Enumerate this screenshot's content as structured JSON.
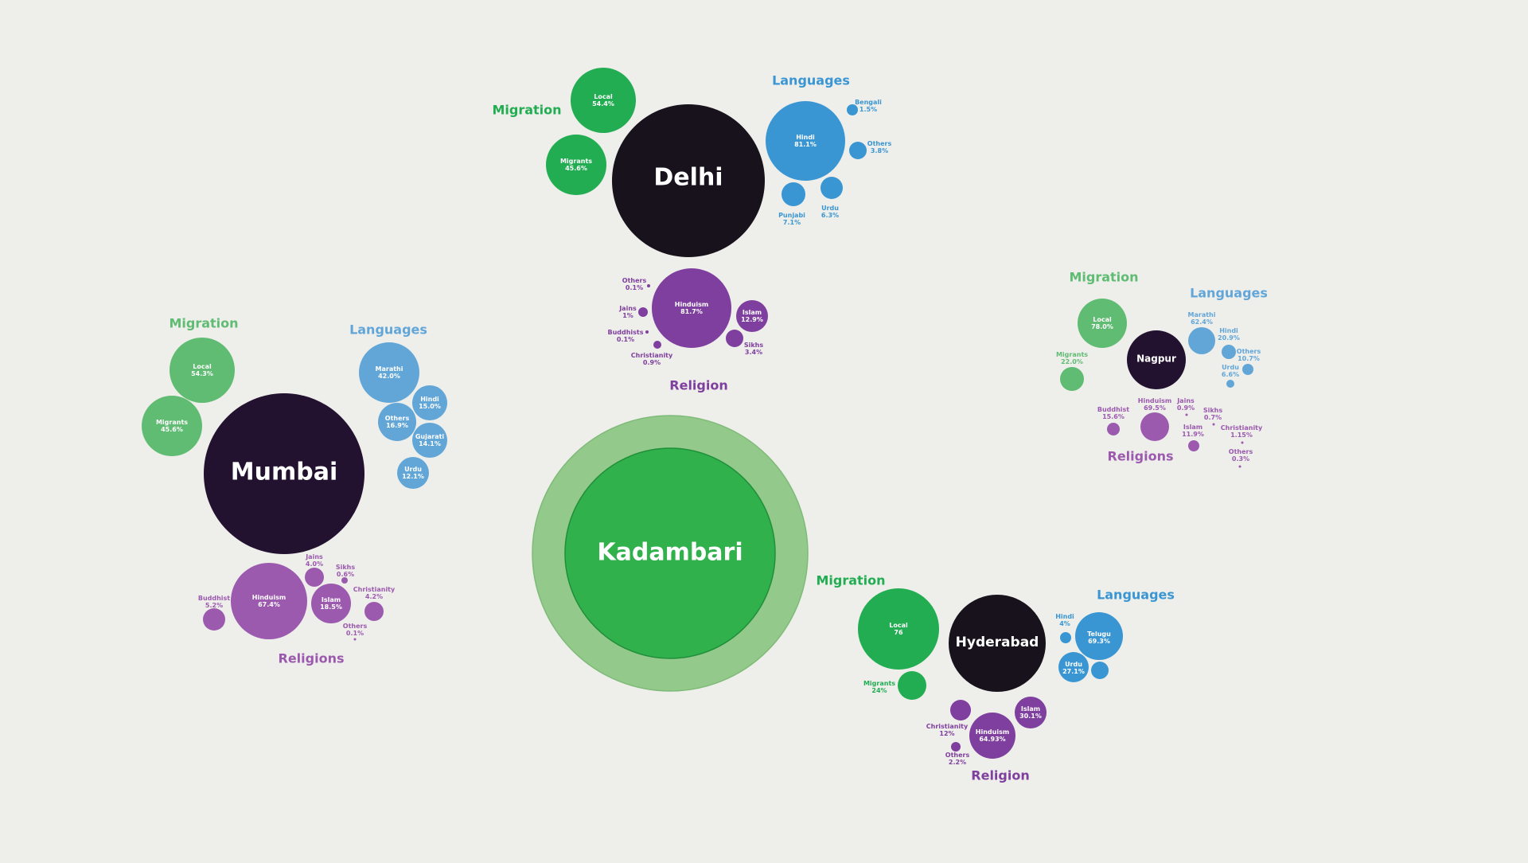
{
  "colors": {
    "background": "#eeeeeb",
    "city_dark": "#17121c",
    "city_mumbai": "#221230",
    "migration_green": "#22ad52",
    "migration_light": "#5fbc72",
    "language_blue": "#3a96d3",
    "language_light": "#62a6d8",
    "religion_purple": "#7f3f9e",
    "religion_light": "#9b5aae",
    "center_inner": "#31b14b",
    "center_outer": "#93c98a"
  },
  "center": {
    "name": "Kadambari"
  },
  "cities": [
    {
      "id": "delhi",
      "name": "Delhi",
      "headings": {
        "migration": "Migration",
        "languages": "Languages",
        "religion": "Religion"
      },
      "migration": [
        {
          "label": "Local",
          "value": "54.4%"
        },
        {
          "label": "Migrants",
          "value": "45.6%"
        }
      ],
      "languages": [
        {
          "label": "Hindi",
          "value": "81.1%"
        },
        {
          "label": "Bengali",
          "value": "1.5%"
        },
        {
          "label": "Others",
          "value": "3.8%"
        },
        {
          "label": "Urdu",
          "value": "6.3%"
        },
        {
          "label": "Punjabi",
          "value": "7.1%"
        }
      ],
      "religion": [
        {
          "label": "Hinduism",
          "value": "81.7%"
        },
        {
          "label": "Islam",
          "value": "12.9%"
        },
        {
          "label": "Sikhs",
          "value": "3.4%"
        },
        {
          "label": "Christianity",
          "value": "0.9%"
        },
        {
          "label": "Buddhists",
          "value": "0.1%"
        },
        {
          "label": "Jains",
          "value": "1%"
        },
        {
          "label": "Others",
          "value": "0.1%"
        }
      ]
    },
    {
      "id": "mumbai",
      "name": "Mumbai",
      "headings": {
        "migration": "Migration",
        "languages": "Languages",
        "religion": "Religions"
      },
      "migration": [
        {
          "label": "Local",
          "value": "54.3%"
        },
        {
          "label": "Migrants",
          "value": "45.6%"
        }
      ],
      "languages": [
        {
          "label": "Marathi",
          "value": "42.0%"
        },
        {
          "label": "Hindi",
          "value": "15.0%"
        },
        {
          "label": "Others",
          "value": "16.9%"
        },
        {
          "label": "Gujarati",
          "value": "14.1%"
        },
        {
          "label": "Urdu",
          "value": "12.1%"
        }
      ],
      "religion": [
        {
          "label": "Hinduism",
          "value": "67.4%"
        },
        {
          "label": "Islam",
          "value": "18.5%"
        },
        {
          "label": "Buddhist",
          "value": "5.2%"
        },
        {
          "label": "Jains",
          "value": "4.0%"
        },
        {
          "label": "Sikhs",
          "value": "0.6%"
        },
        {
          "label": "Christianity",
          "value": "4.2%"
        },
        {
          "label": "Others",
          "value": "0.1%"
        }
      ]
    },
    {
      "id": "nagpur",
      "name": "Nagpur",
      "headings": {
        "migration": "Migration",
        "languages": "Languages",
        "religion": "Religions"
      },
      "migration": [
        {
          "label": "Local",
          "value": "78.0%"
        },
        {
          "label": "Migrants",
          "value": "22.0%"
        }
      ],
      "languages": [
        {
          "label": "Marathi",
          "value": "62.4%"
        },
        {
          "label": "Hindi",
          "value": "20.9%"
        },
        {
          "label": "Others",
          "value": "10.7%"
        },
        {
          "label": "Urdu",
          "value": "6.6%"
        }
      ],
      "religion": [
        {
          "label": "Hinduism",
          "value": "69.5%"
        },
        {
          "label": "Buddhist",
          "value": "15.6%"
        },
        {
          "label": "Islam",
          "value": "11.9%"
        },
        {
          "label": "Jains",
          "value": "0.9%"
        },
        {
          "label": "Sikhs",
          "value": "0.7%"
        },
        {
          "label": "Christianity",
          "value": "1.15%"
        },
        {
          "label": "Others",
          "value": "0.3%"
        }
      ]
    },
    {
      "id": "hyderabad",
      "name": "Hyderabad",
      "headings": {
        "migration": "Migration",
        "languages": "Languages",
        "religion": "Religion"
      },
      "migration": [
        {
          "label": "Local",
          "value": "76"
        },
        {
          "label": "Migrants",
          "value": "24%"
        }
      ],
      "languages": [
        {
          "label": "Telugu",
          "value": "69.3%"
        },
        {
          "label": "Urdu",
          "value": "27.1%"
        },
        {
          "label": "Hindi",
          "value": "4%"
        }
      ],
      "religion": [
        {
          "label": "Hinduism",
          "value": "64.93%"
        },
        {
          "label": "Islam",
          "value": "30.1%"
        },
        {
          "label": "Christianity",
          "value": "12%"
        },
        {
          "label": "Others",
          "value": "2.2%"
        }
      ]
    }
  ]
}
